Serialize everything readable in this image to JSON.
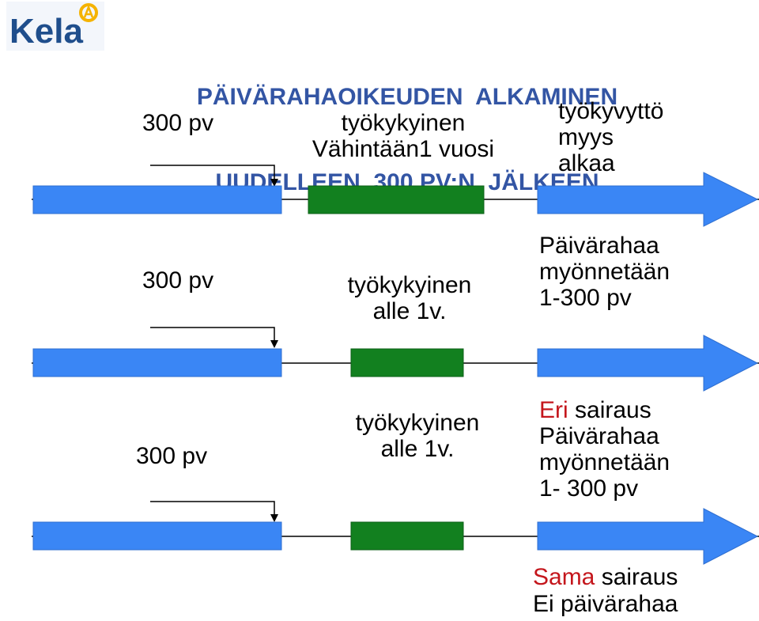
{
  "logo": {
    "text": "Kela",
    "color": "#1f4e8c",
    "badge_color": "#f5b300"
  },
  "title": {
    "line1": "PÄIVÄRAHAOIKEUDEN  ALKAMINEN",
    "line2": "UUDELLEEN  300 PV:N  JÄLKEEN",
    "color": "#3355a4"
  },
  "colors": {
    "blue_bar": "#3a86f5",
    "green_bar": "#12801f",
    "line": "#000000",
    "accent_red": "#c4161c"
  },
  "rows": [
    {
      "days": "300 pv",
      "work": [
        "työkykyinen",
        "Vähintään1 vuosi"
      ],
      "note": [
        "työkyvyttö",
        "myys",
        "alkaa"
      ]
    },
    {
      "days": "300 pv",
      "work": [
        "työkykyinen",
        "alle 1v."
      ],
      "note": [
        "Päivärahaa",
        "myönnetään",
        "1-300 pv"
      ]
    },
    {
      "days": "300 pv",
      "work": [
        "työkykyinen",
        "alle 1v."
      ],
      "note_red": "Eri",
      "note_first_rest": " sairaus",
      "note": [
        "Päivärahaa",
        "myönnetään",
        "1- 300 pv"
      ]
    }
  ],
  "footer": {
    "red": "Sama",
    "rest": " sairaus",
    "line2": "Ei päivärahaa"
  }
}
